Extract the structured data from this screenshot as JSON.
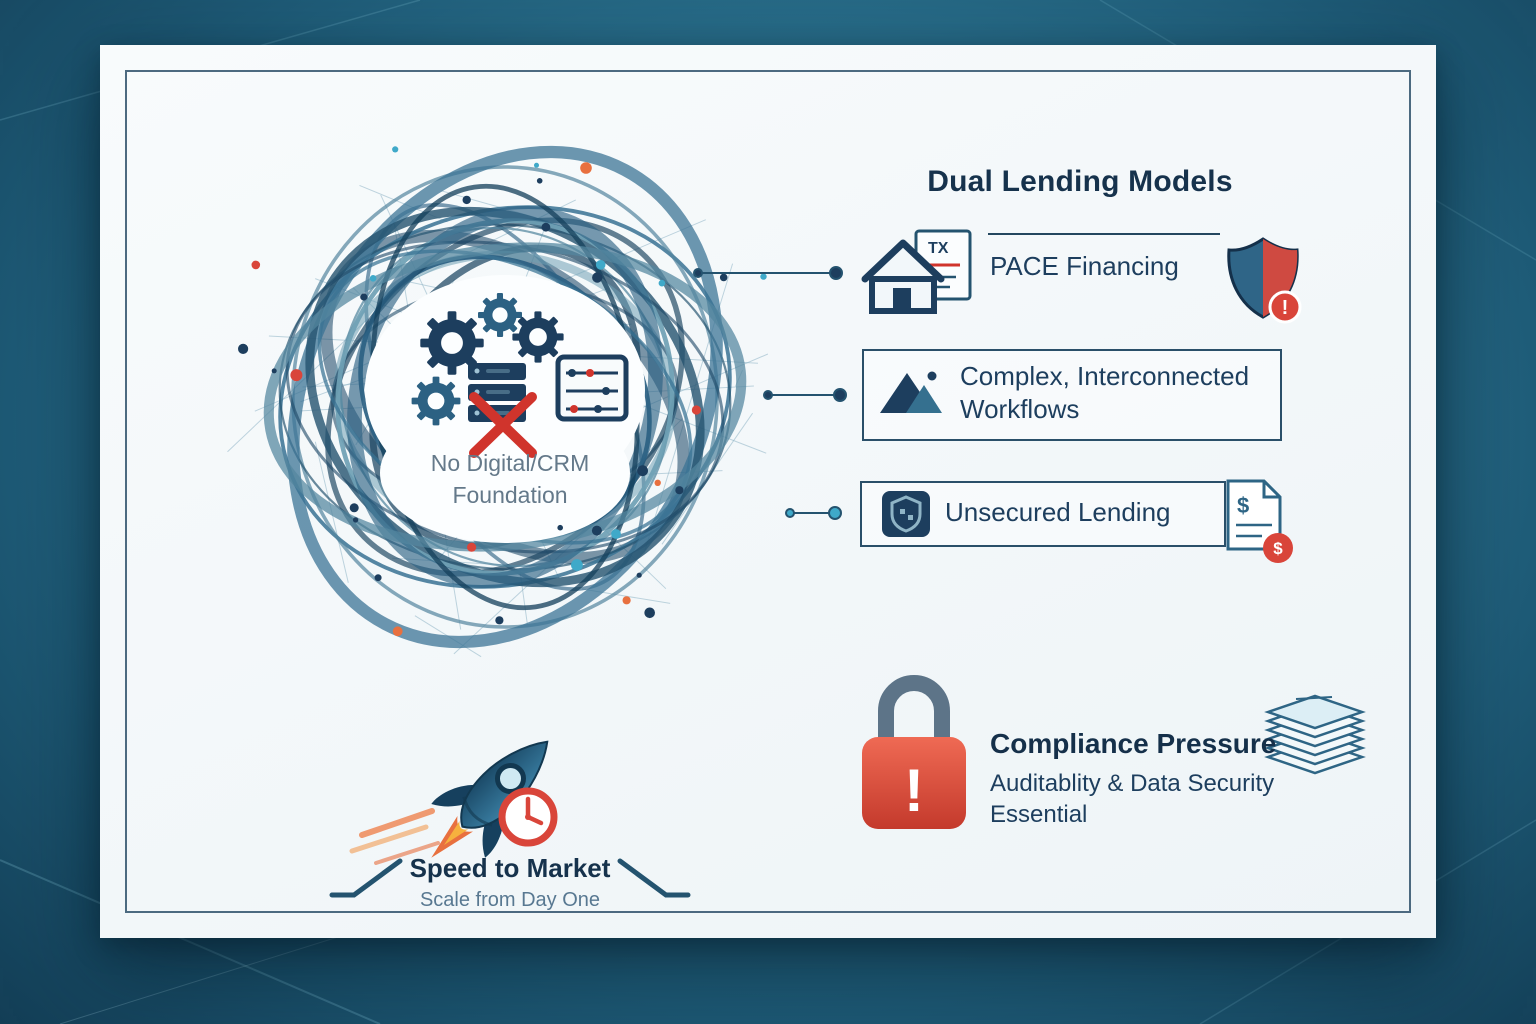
{
  "card": {
    "tangle_label": {
      "line1": "No Digital/CRM",
      "line2": "Foundation"
    },
    "heading": "Dual Lending Models",
    "pace": {
      "label": "PACE Financing",
      "doc_text": "TX"
    },
    "workflows": {
      "line1": "Complex, Interconnected",
      "line2": "Workflows"
    },
    "unsecured": {
      "label": "Unsecured Lending"
    },
    "compliance": {
      "title": "Compliance Pressure",
      "line1": "Auditablity & Data Security",
      "line2": "Essential"
    },
    "speed": {
      "title": "Speed to Market",
      "subtitle": "Scale from Day One"
    },
    "symbols": {
      "lock": "!",
      "shield_alert": "!",
      "invoice_dollar": "$",
      "badge_dollar": "$"
    }
  },
  "colors": {
    "navy": "#1d3e5e",
    "deep_navy": "#16324c",
    "teal_dot": "#3fa9c9",
    "red": "#d9453a",
    "orange": "#e8703f",
    "card_bg": "#f2f6f8",
    "background": "#2d7693"
  }
}
